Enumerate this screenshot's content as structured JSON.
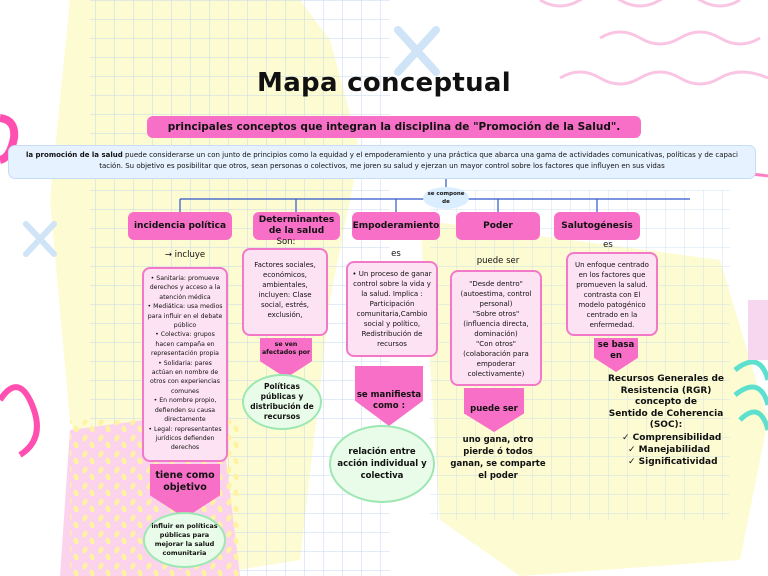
{
  "title": "Mapa conceptual",
  "subtitle": "principales conceptos que integran la disciplina de \"Promoción de la Salud\".",
  "intro": {
    "lead": "la promoción de la salud",
    "text": " puede considerarse un con junto de principios como la equidad y el empoderamiento y una práctica que abarca una gama de actividades comunicativas, políticas y de capaci tación. Su objetivo es posibilitar que otros, sean personas o colectivos, me joren su salud y ejerzan un mayor control sobre los factores que influyen en sus vidas"
  },
  "hub": "se compone de",
  "branches": {
    "incidencia": {
      "header": "incidencia política",
      "connector": "→ incluye",
      "items": [
        "• Sanitaria: promueve derechos y acceso a la atención médica",
        "• Mediática: usa medios para influir en el debate público",
        "• Colectiva: grupos hacen campaña en representación propia",
        "• Solidaria: pares actúan en nombre de otros con experiencias comunes",
        "• En nombre propio, defienden su causa directamente",
        "• Legal: representantes jurídicos defienden derechos"
      ],
      "arrow": "tiene como objetivo",
      "result": "influir en políticas públicas para mejorar la salud comunitaria"
    },
    "determinantes": {
      "header": "Determinantes de la salud",
      "connector": "Son:",
      "box": "Factores sociales, económicos, ambientales, incluyen: Clase social, estrés, exclusión,",
      "arrow": "se ven afectados por",
      "result": "Políticas públicas y distribución de recursos"
    },
    "empoderamiento": {
      "header": "Empoderamiento",
      "connector": "es",
      "box": "• Un proceso de ganar control sobre la vida y la salud. Implica : Participación comunitaria,Cambio social y político, Redistribución de recursos",
      "arrow": "se manifiesta como :",
      "result": "relación entre acción individual y colectiva"
    },
    "poder": {
      "header": "Poder",
      "connector": "puede ser",
      "items": [
        "\"Desde dentro\" (autoestima, control personal)",
        "\"Sobre otros\" (influencia directa, dominación)",
        "\"Con otros\" (colaboración para empoderar colectivamente)"
      ],
      "arrow": "puede ser",
      "result": "uno gana, otro pierde ó todos ganan, se comparte el poder"
    },
    "salutogenesis": {
      "header": "Salutogénesis",
      "connector": "es",
      "box": "Un enfoque centrado en los factores que promueven la salud. contrasta con El modelo patogénico centrado en la enfermedad.",
      "arrow": "se basa en",
      "result_lines": [
        "Recursos Generales de",
        "Resistencia (RGR)",
        "concepto de",
        "Sentido de Coherencia",
        "(SOC):"
      ],
      "checks": [
        "✓ Comprensibilidad",
        "✓ Manejabilidad",
        "✓ Significatividad"
      ]
    }
  }
}
